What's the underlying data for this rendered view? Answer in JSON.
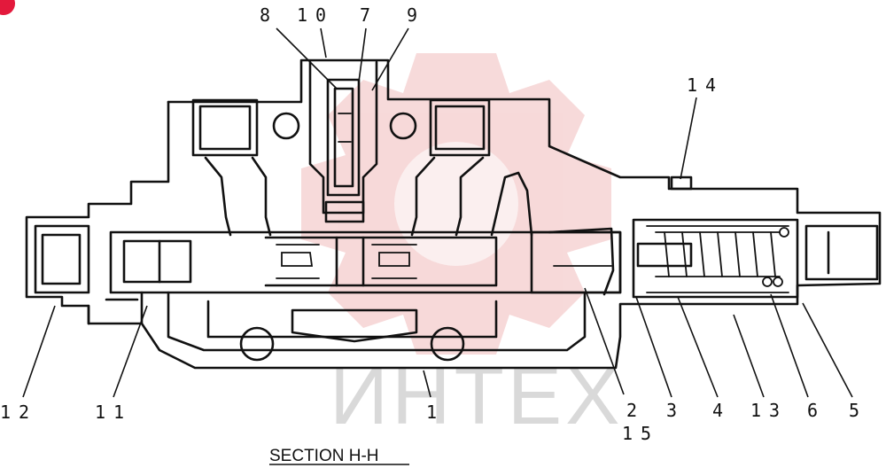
{
  "diagram": {
    "caption": "SECTION  H-H",
    "watermark": "ИНТЕХ",
    "callouts": {
      "c8": "8",
      "c10": "10",
      "c7": "7",
      "c9": "9",
      "c14": "14",
      "c12": "12",
      "c11": "11",
      "c1": "1",
      "c2": "2",
      "c3": "3",
      "c4": "4",
      "c13": "13",
      "c6": "6",
      "c5": "5",
      "c15": "15"
    },
    "colors": {
      "ink": "#111111",
      "watermark_logo": "#f3c9c9",
      "watermark_text": "#d9d9d9",
      "badge": "#e3193c"
    }
  }
}
